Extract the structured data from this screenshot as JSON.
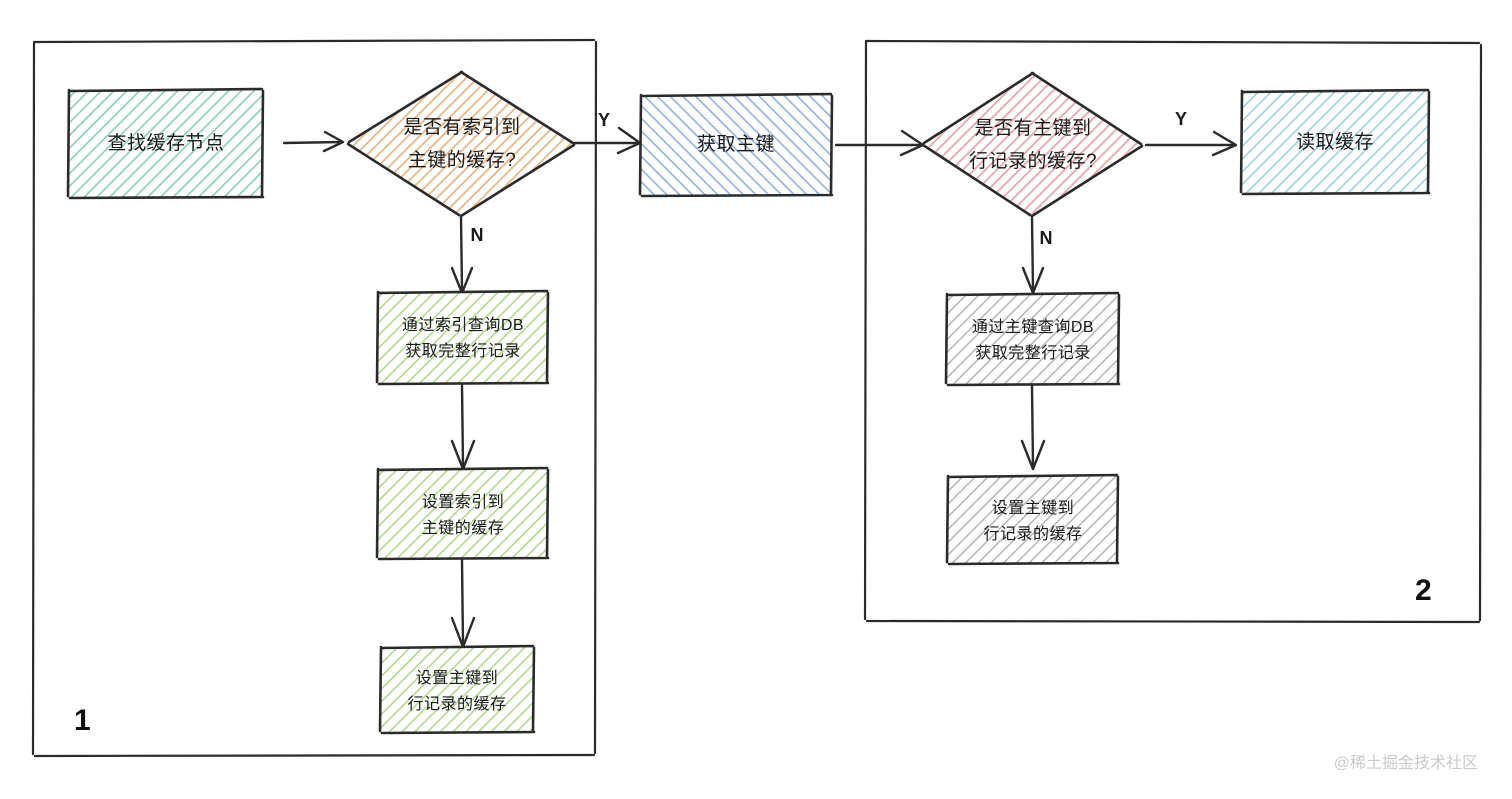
{
  "diagram": {
    "title_watermark": "@稀土掘金技术社区",
    "panels": [
      {
        "id": "panel-1",
        "label": "1"
      },
      {
        "id": "panel-2",
        "label": "2"
      }
    ],
    "nodes": {
      "find_cache_node": {
        "text": "查找缓存节点",
        "shape": "rect",
        "color": "#8fd0bd"
      },
      "has_index_to_pk_cache": {
        "line1": "是否有索引到",
        "line2": "主键的缓存?",
        "shape": "diamond",
        "color": "#e8b887"
      },
      "query_db_by_index_1": {
        "line1": "通过索引查询DB",
        "line2": "获取完整行记录",
        "shape": "rect",
        "color": "#a8cf7f"
      },
      "set_index_to_pk_cache": {
        "line1": "设置索引到",
        "line2": "主键的缓存",
        "shape": "rect",
        "color": "#a8cf7f"
      },
      "set_pk_to_row_cache_1": {
        "line1": "设置主键到",
        "line2": "行记录的缓存",
        "shape": "rect",
        "color": "#a8cf7f"
      },
      "get_primary_key": {
        "text": "获取主键",
        "shape": "rect",
        "color": "#7fa6d8"
      },
      "has_pk_to_row_cache": {
        "line1": "是否有主键到",
        "line2": "行记录的缓存?",
        "shape": "diamond",
        "color": "#e4a0a8"
      },
      "read_cache": {
        "text": "读取缓存",
        "shape": "rect",
        "color": "#8ec9d4"
      },
      "query_db_by_pk": {
        "line1": "通过主键查询DB",
        "line2": "获取完整行记录",
        "shape": "rect",
        "color": "#9a9a9a"
      },
      "set_pk_to_row_cache_2": {
        "line1": "设置主键到",
        "line2": "行记录的缓存",
        "shape": "rect",
        "color": "#9a9a9a"
      }
    },
    "edge_labels": {
      "yes_index": "Y",
      "no_index": "N",
      "yes_pk": "Y",
      "no_pk": "N"
    }
  }
}
